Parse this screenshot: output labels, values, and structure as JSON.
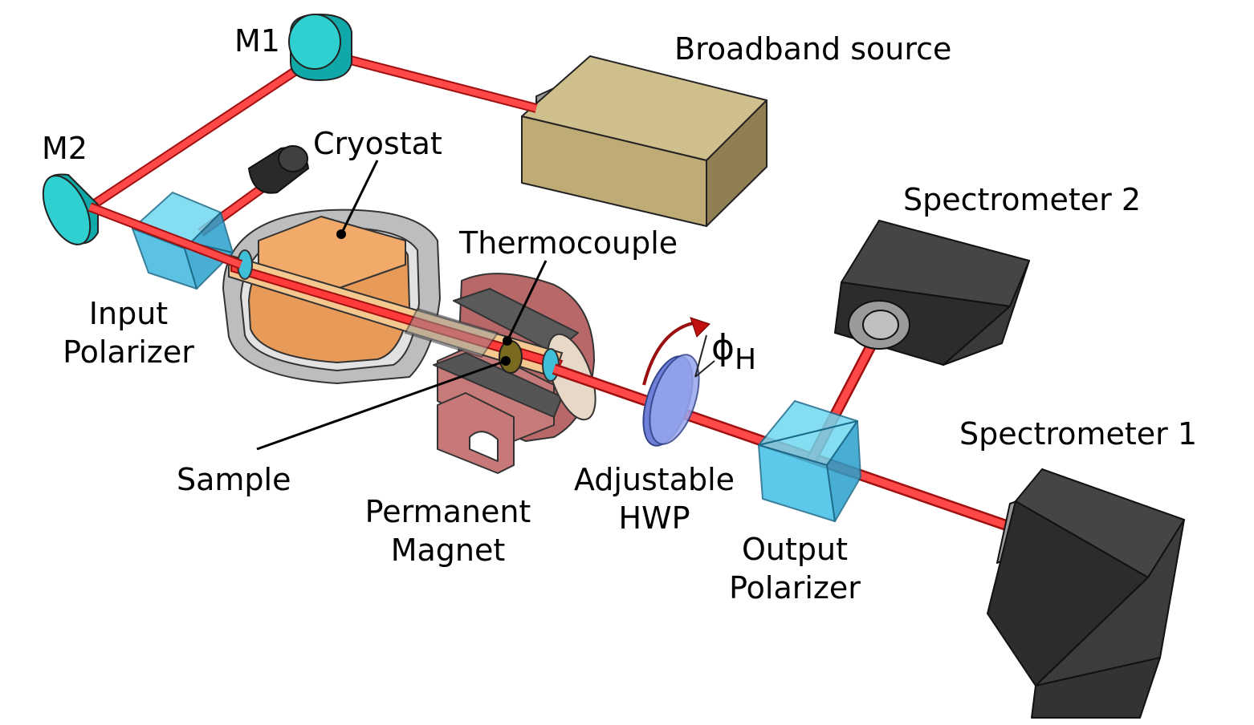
{
  "labels": {
    "m1": "M1",
    "m2": "M2",
    "broadband_source": "Broadband source",
    "cryostat": "Cryostat",
    "thermocouple": "Thermocouple",
    "input_polarizer_line1": "Input",
    "input_polarizer_line2": "Polarizer",
    "sample": "Sample",
    "permanent_magnet_line1": "Permanent",
    "permanent_magnet_line2": "Magnet",
    "hwp_line1": "Adjustable",
    "hwp_line2": "HWP",
    "output_polarizer_line1": "Output",
    "output_polarizer_line2": "Polarizer",
    "spectrometer_1": "Spectrometer 1",
    "spectrometer_2": "Spectrometer 2",
    "phi_symbol": "ϕ",
    "phi_subscript": "H"
  },
  "colors": {
    "beam": "#ff4040",
    "beam_edge": "#b01010",
    "mirror": "#20c8c8",
    "source_box": "#c0ad78",
    "cryostat_copper": "#f0a868",
    "cryostat_shell": "#c8c8c8",
    "magnet": "#c87878",
    "polarizer_cube": "#40c8e8",
    "hwp": "#8898e8",
    "spectrometer": "#383838"
  }
}
